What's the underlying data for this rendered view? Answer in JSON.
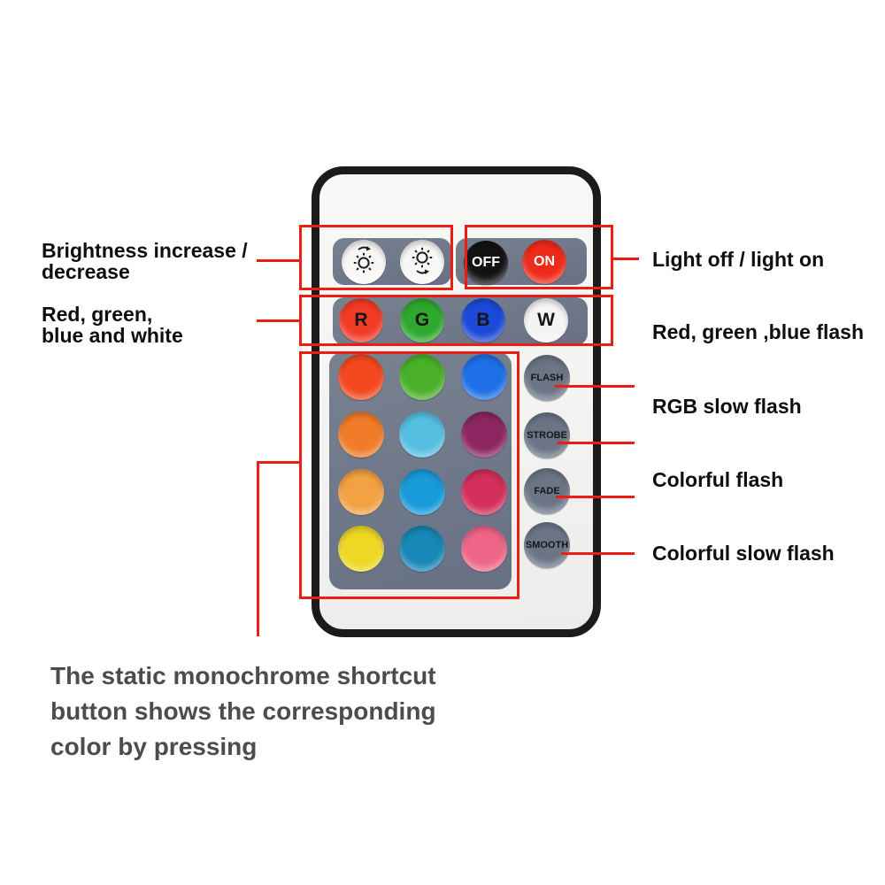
{
  "colors": {
    "annotation": "#ee1c12",
    "remote_body": "#f5f5f2",
    "remote_border": "#1b1b1b",
    "panel_gray": "#6f7a8c",
    "mode_button_gray": "#6b7586"
  },
  "remote": {
    "brightness_buttons": [
      {
        "name": "brightness-increase",
        "icon": "sun-up-icon"
      },
      {
        "name": "brightness-decrease",
        "icon": "sun-down-icon"
      }
    ],
    "power_buttons": [
      {
        "label": "OFF",
        "color": "#121212",
        "text_color": "#ffffff"
      },
      {
        "label": "ON",
        "color": "#ee2a1b",
        "text_color": "#ffffff"
      }
    ],
    "rgbw_buttons": [
      {
        "label": "R",
        "color": "#f23b25"
      },
      {
        "label": "G",
        "color": "#2fa82d"
      },
      {
        "label": "B",
        "color": "#1c49d8"
      },
      {
        "label": "W",
        "color": "#f4f4f4"
      }
    ],
    "color_grid": [
      {
        "name": "red-orange",
        "color": "#f4481f"
      },
      {
        "name": "green",
        "color": "#4ab02a"
      },
      {
        "name": "blue",
        "color": "#1e70e7"
      },
      {
        "name": "orange",
        "color": "#f07b28"
      },
      {
        "name": "sky-blue",
        "color": "#55bfe1"
      },
      {
        "name": "plum",
        "color": "#8c2660"
      },
      {
        "name": "light-orange",
        "color": "#f2a143"
      },
      {
        "name": "azure",
        "color": "#189ad9"
      },
      {
        "name": "crimson",
        "color": "#d32f5b"
      },
      {
        "name": "yellow",
        "color": "#eed824"
      },
      {
        "name": "teal-blue",
        "color": "#1787b5"
      },
      {
        "name": "pink",
        "color": "#ef6587"
      }
    ],
    "mode_buttons": [
      "FLASH",
      "STROBE",
      "FADE",
      "SMOOTH"
    ]
  },
  "annotations": {
    "left": [
      {
        "lines": [
          "Brightness increase /",
          "decrease"
        ]
      },
      {
        "lines": [
          "Red, green,",
          "blue and white"
        ]
      }
    ],
    "right": [
      "Light off / light on",
      "Red, green ,blue flash",
      "RGB slow flash",
      "Colorful flash",
      "Colorful slow flash"
    ],
    "bottom_note": {
      "lines": [
        "The static monochrome shortcut",
        "button shows the corresponding",
        "color by pressing"
      ]
    }
  }
}
